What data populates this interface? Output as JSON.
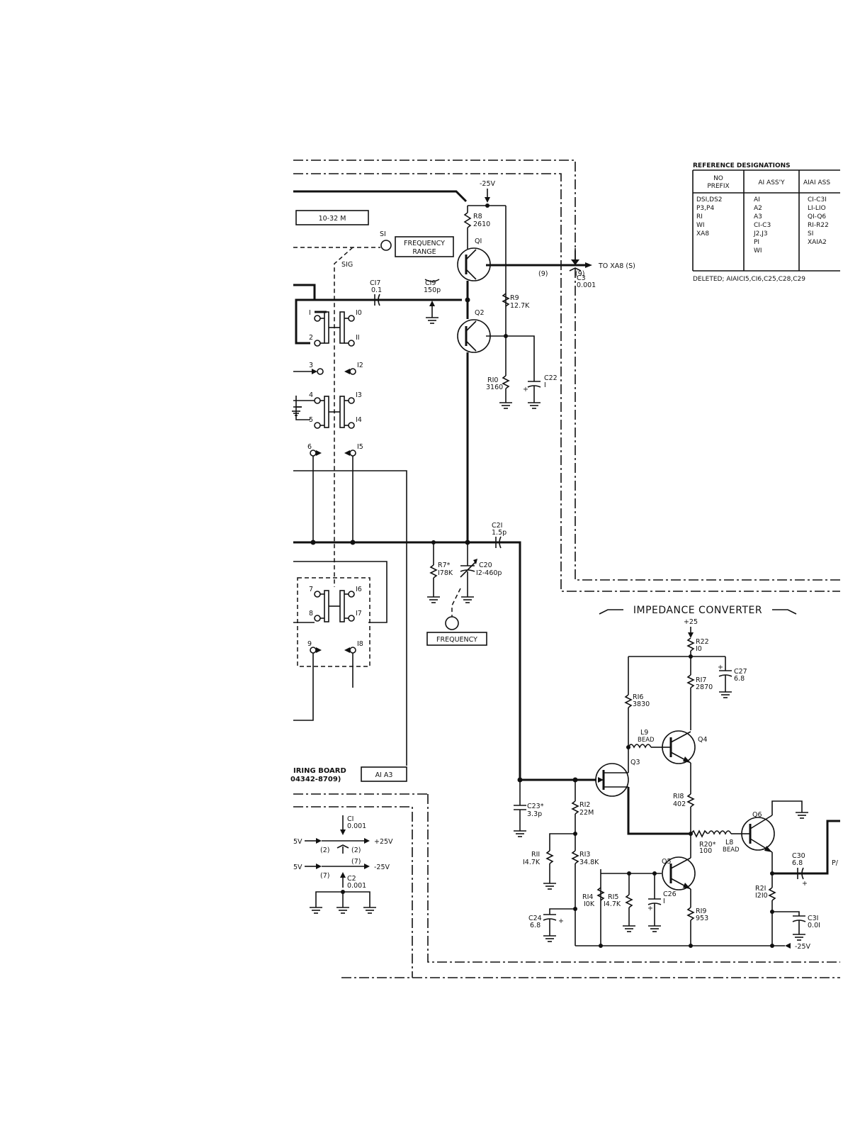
{
  "ref_table": {
    "title": "REFERENCE DESIGNATIONS",
    "col1_header": [
      "NO",
      "PREFIX"
    ],
    "col2_header": "AI ASS'Y",
    "col3_header": "AIAI ASS",
    "col1": [
      "DSI,DS2",
      "P3,P4",
      "RI",
      "WI",
      "XA8"
    ],
    "col2": [
      "AI",
      "A2",
      "A3",
      "CI-C3",
      "J2,J3",
      "PI",
      "WI"
    ],
    "col3": [
      "CI-C3I",
      "LI-LIO",
      "QI-Q6",
      "RI-R22",
      "SI",
      "XAIA2"
    ],
    "deleted": "DELETED; AIAICI5,CI6,C25,C28,C29"
  },
  "labels": {
    "conn_10_32": "10-32 M",
    "s1": "SI",
    "freq_range_1": "FREQUENCY",
    "freq_range_2": "RANGE",
    "sig": "SIG",
    "minus25_top": "-25V",
    "to_xa8": "TO XA8 (S)",
    "pin9_a": "(9)",
    "pin9_b": "(9)",
    "frequency": "FREQUENCY",
    "wiring_board": "IRING BOARD",
    "wiring_board_pn": "04342-8709)",
    "a1a3": "AI A3",
    "impedance_converter": "IMPEDANCE CONVERTER",
    "plus25": "+25",
    "plus25v": "+25V",
    "minus25v": "-25V",
    "left_5v_a": "5V",
    "left_5v_b": "5V",
    "pin2_a": "(2)",
    "pin2_b": "(2)",
    "pin7_a": "(7)",
    "pin7_b": "(7)",
    "minus25v_bottom": "-25V",
    "p_out": "P/"
  },
  "components": {
    "r8": [
      "R8",
      "2610"
    ],
    "q1": "QI",
    "q2": "Q2",
    "r9": [
      "R9",
      "12.7K"
    ],
    "c17": [
      "CI7",
      "0.1"
    ],
    "c19": [
      "CI9",
      "150p"
    ],
    "c3": [
      "C3",
      "0.001"
    ],
    "r10": [
      "RI0",
      "3160"
    ],
    "c22": [
      "C22",
      "I"
    ],
    "c21": [
      "C2I",
      "1.5p"
    ],
    "r7": [
      "R7*",
      "I78K"
    ],
    "c20": [
      "C20",
      "I2-460p"
    ],
    "r22": [
      "R22",
      "I0"
    ],
    "c27": [
      "C27",
      "6.8"
    ],
    "r17": [
      "RI7",
      "2870"
    ],
    "r16": [
      "RI6",
      "3830"
    ],
    "l9": [
      "L9",
      "BEAD"
    ],
    "q4": "Q4",
    "q3": "Q3",
    "r18": [
      "RI8",
      "402"
    ],
    "q6": "Q6",
    "r20": [
      "R20*",
      "100"
    ],
    "l8": [
      "L8",
      "BEAD"
    ],
    "c23": [
      "C23*",
      "3.3p"
    ],
    "r12": [
      "RI2",
      "22M"
    ],
    "r11": [
      "RII",
      "I4.7K"
    ],
    "r13": [
      "RI3",
      "34.8K"
    ],
    "q5": "Q5",
    "c30": [
      "C30",
      "6.8"
    ],
    "r21": [
      "R2I",
      "I2I0"
    ],
    "r14": [
      "RI4",
      "I0K"
    ],
    "r15": [
      "RI5",
      "I4.7K"
    ],
    "c26": [
      "C26",
      "I"
    ],
    "c24": [
      "C24",
      "6.8"
    ],
    "r19": [
      "RI9",
      "953"
    ],
    "c31": [
      "C3I",
      "0.0I"
    ],
    "c1": [
      "CI",
      "0.001"
    ],
    "c2": [
      "C2",
      "0.001"
    ]
  },
  "switch_pins": [
    "I",
    "2",
    "3",
    "4",
    "5",
    "6",
    "7",
    "8",
    "9",
    "I0",
    "II",
    "I2",
    "I3",
    "I4",
    "I5",
    "I6",
    "I7",
    "I8"
  ]
}
